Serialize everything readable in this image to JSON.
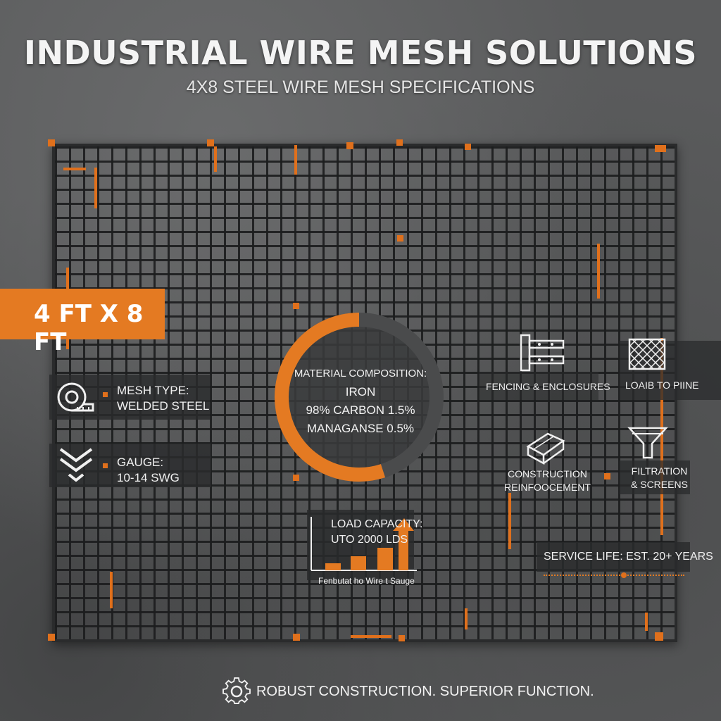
{
  "header": {
    "title": "INDUSTRIAL WIRE MESH SOLUTIONS",
    "subtitle": "4X8 STEEL WIRE MESH SPECIFICATIONS"
  },
  "size_badge": "4 FT X 8 FT",
  "specs": {
    "mesh_type_label": "MESH TYPE:",
    "mesh_type_value": "WELDED STEEL",
    "gauge_label": "GAUGE:",
    "gauge_value": "10-14 SWG",
    "icons": [
      "measuring-tape-icon",
      "chevron-stack-icon"
    ]
  },
  "composition": {
    "heading": "MATERIAL COMPOSITION:",
    "line1": "IRON",
    "line2": "98% CARBON 1.5%",
    "line3": "MANAGANSE 0.5%",
    "ring_fraction": 0.55
  },
  "load": {
    "label": "LOAD CAPACITY:",
    "value": "UTO 2000 LDS",
    "caption": "Fenbutat ho Wire t Sauge"
  },
  "applications": [
    {
      "label": "FENCING & ENCLOSURES",
      "icon": "fence-bracket-icon"
    },
    {
      "label": "LOAIB TO PIINE",
      "icon": "mesh-roll-icon"
    },
    {
      "label_line1": "CONSTRUCTION",
      "label_line2": "REINFOOCEMENT",
      "icon": "steel-beam-icon"
    },
    {
      "label_line1": "FILTRATION",
      "label_line2": "& SCREENS",
      "icon": "funnel-icon"
    }
  ],
  "service_life": "SERVICE LIFE: EST. 20+ YEARS",
  "footer": {
    "text": "ROBUST CONSTRUCTION. SUPERIOR FUNCTION.",
    "icon": "gear-icon"
  },
  "colors": {
    "accent": "#e47a22",
    "panel": "#2a2b2c",
    "background": "#5a5b5c"
  }
}
